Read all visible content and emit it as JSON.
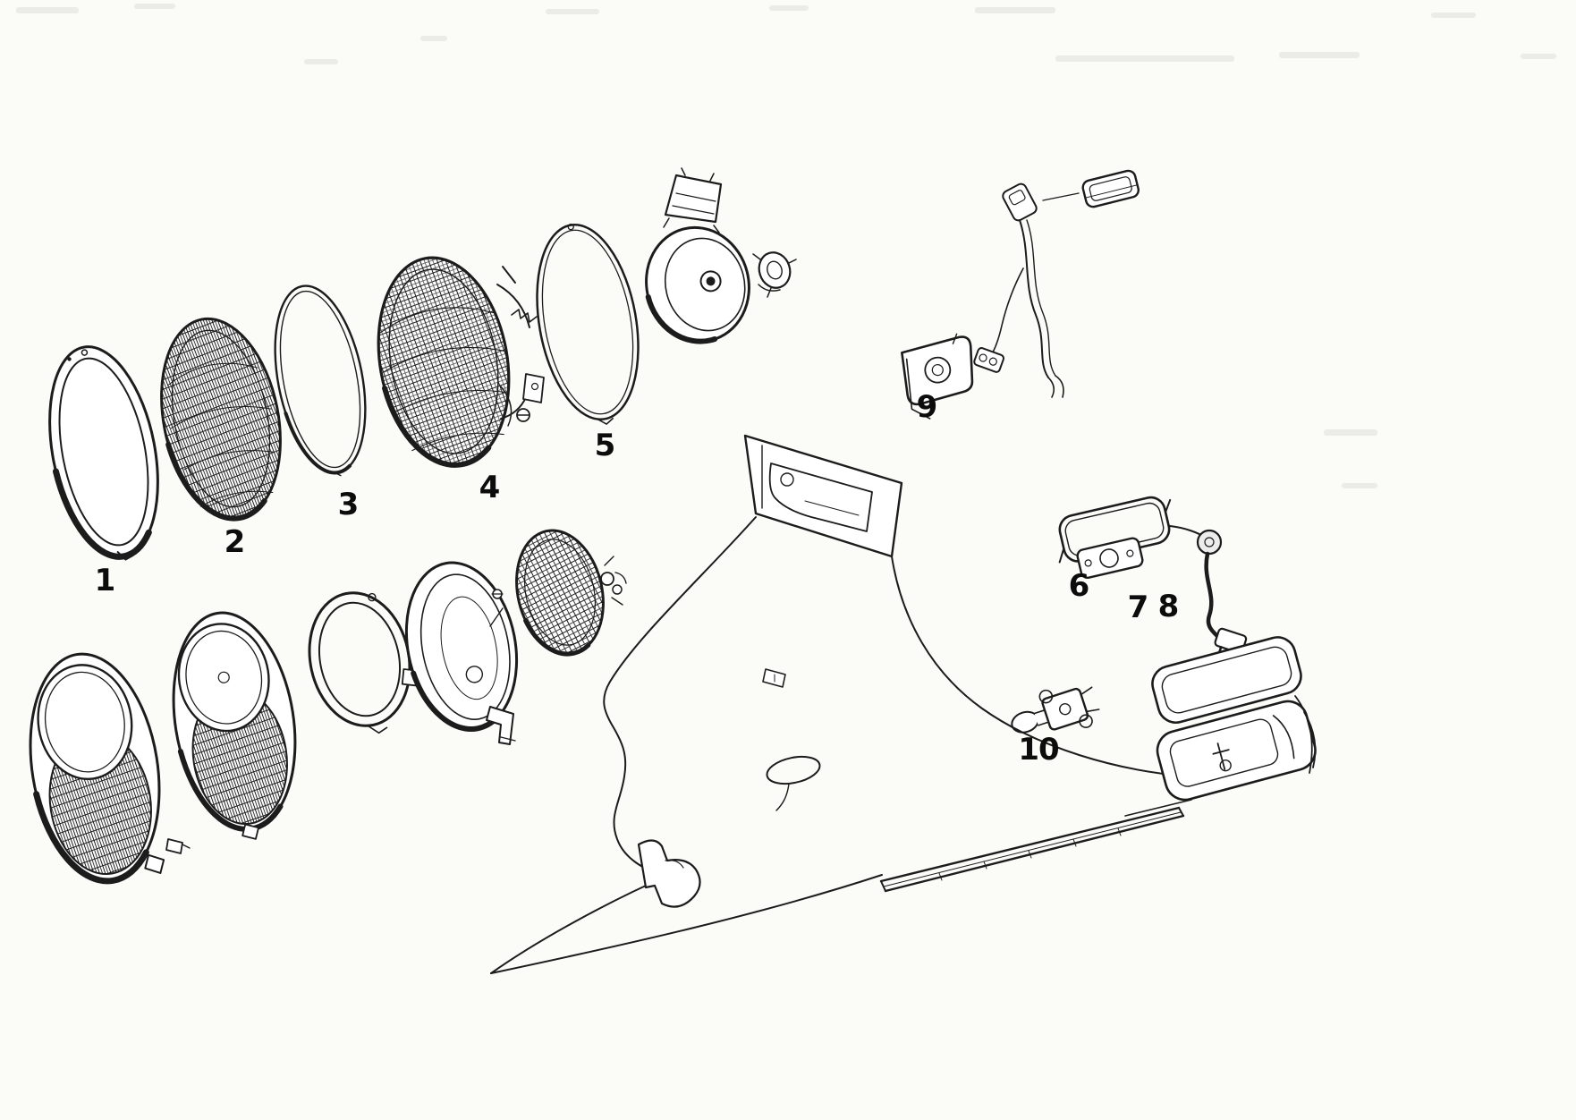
{
  "diagram": {
    "background_color": "#fbfbf8",
    "ink_color": "#1c1c1c",
    "part_labels": [
      "1",
      "2",
      "3",
      "4",
      "5",
      "6",
      "7",
      "8",
      "9",
      "10"
    ]
  }
}
